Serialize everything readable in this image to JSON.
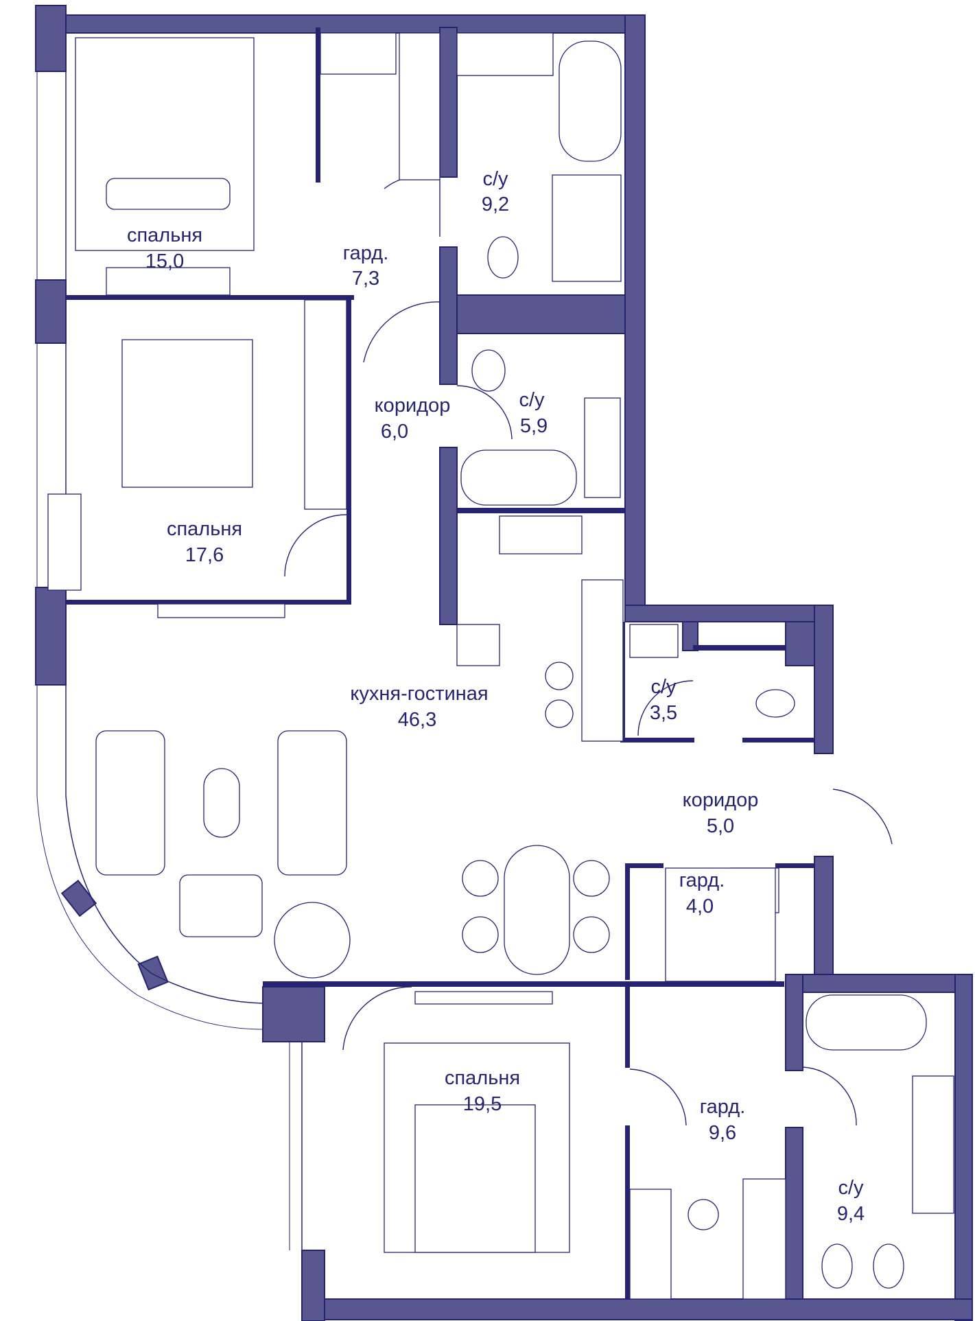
{
  "rooms": {
    "bedroom_top": {
      "name": "спальня",
      "area": "15,0"
    },
    "wardrobe_top": {
      "name": "гард.",
      "area": "7,3"
    },
    "bath_top": {
      "name": "с/у",
      "area": "9,2"
    },
    "bedroom_mid": {
      "name": "спальня",
      "area": "17,6"
    },
    "corridor_top": {
      "name": "коридор",
      "area": "6,0"
    },
    "bath_mid": {
      "name": "с/у",
      "area": "5,9"
    },
    "living_kitchen": {
      "name": "кухня-гостиная",
      "area": "46,3"
    },
    "wc_small": {
      "name": "с/у",
      "area": "3,5"
    },
    "corridor_entry": {
      "name": "коридор",
      "area": "5,0"
    },
    "wardrobe_small": {
      "name": "гард.",
      "area": "4,0"
    },
    "bedroom_bottom": {
      "name": "спальня",
      "area": "19,5"
    },
    "wardrobe_bottom": {
      "name": "гард.",
      "area": "9,6"
    },
    "bath_bottom": {
      "name": "с/у",
      "area": "9,4"
    }
  },
  "colors": {
    "wall_fill": "#59578f",
    "line": "#262470",
    "background": "#ffffff"
  }
}
